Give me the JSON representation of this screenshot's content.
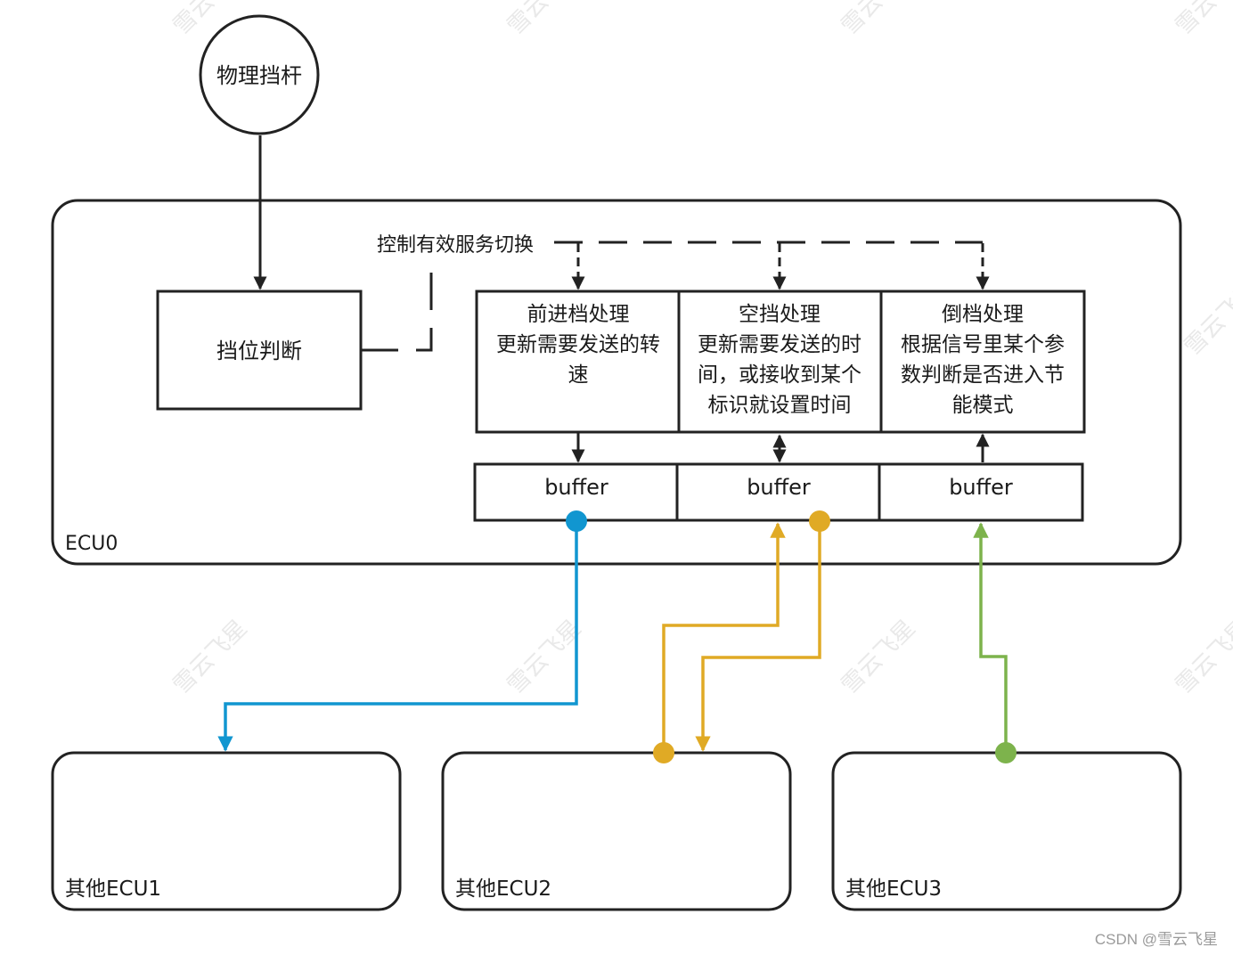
{
  "diagram": {
    "physical_lever": "物理挡杆",
    "gear_judgment": "挡位判断",
    "control_label": "控制有效服务切换",
    "ecu0_label": "ECU0",
    "handlers": [
      {
        "lines": [
          "前进档处理",
          "更新需要发送的转",
          "速"
        ]
      },
      {
        "lines": [
          "空挡处理",
          "更新需要发送的时",
          "间，或接收到某个",
          "标识就设置时间"
        ]
      },
      {
        "lines": [
          "倒档处理",
          "根据信号里某个参",
          "数判断是否进入节",
          "能模式"
        ]
      }
    ],
    "buffers": [
      "buffer",
      "buffer",
      "buffer"
    ],
    "other_ecus": [
      "其他ECU1",
      "其他ECU2",
      "其他ECU3"
    ],
    "colors": {
      "blue": "#1196d0",
      "yellow": "#e0aa25",
      "green": "#7db34c",
      "stroke": "#222222"
    }
  },
  "watermark": "雪云飞星",
  "credit": "CSDN @雪云飞星"
}
